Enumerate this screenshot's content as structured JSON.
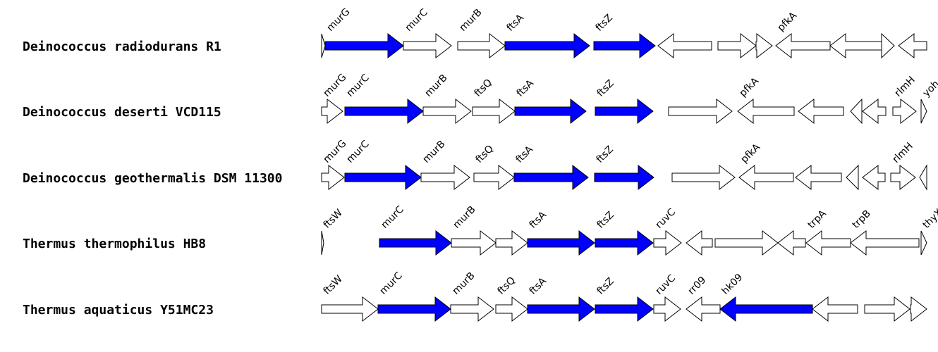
{
  "colors": {
    "highlight": "#0000ff",
    "plain": "#ffffff",
    "stroke": "#000000"
  },
  "tracks": [
    {
      "organism": "Deinococcus radiodurans R1",
      "genes": [
        {
          "start": 456,
          "end": 461,
          "dir": 1,
          "hl": false,
          "label": ""
        },
        {
          "start": 461,
          "end": 572,
          "dir": 1,
          "hl": true,
          "label": "murG"
        },
        {
          "start": 572,
          "end": 640,
          "dir": 1,
          "hl": false,
          "label": "murC"
        },
        {
          "start": 649,
          "end": 716,
          "dir": 1,
          "hl": false,
          "label": "murB"
        },
        {
          "start": 716,
          "end": 836,
          "dir": 1,
          "hl": true,
          "label": "ftsA"
        },
        {
          "start": 842,
          "end": 929,
          "dir": 1,
          "hl": true,
          "label": "ftsZ"
        },
        {
          "start": 933,
          "end": 1009,
          "dir": -1,
          "hl": false,
          "label": ""
        },
        {
          "start": 1018,
          "end": 1072,
          "dir": 1,
          "hl": false,
          "label": ""
        },
        {
          "start": 1072,
          "end": 1095,
          "dir": 1,
          "hl": false,
          "label": ""
        },
        {
          "start": 1100,
          "end": 1177,
          "dir": -1,
          "hl": false,
          "label": "pfkA"
        },
        {
          "start": 1177,
          "end": 1253,
          "dir": -1,
          "hl": false,
          "label": ""
        },
        {
          "start": 1250,
          "end": 1268,
          "dir": 1,
          "hl": false,
          "label": ""
        },
        {
          "start": 1274,
          "end": 1314,
          "dir": -1,
          "hl": false,
          "label": ""
        }
      ]
    },
    {
      "organism": "Deinococcus deserti VCD115",
      "genes": [
        {
          "start": 456,
          "end": 486,
          "dir": 1,
          "hl": false,
          "label": "murG"
        },
        {
          "start": 489,
          "end": 600,
          "dir": 1,
          "hl": true,
          "label": "murC"
        },
        {
          "start": 600,
          "end": 668,
          "dir": 1,
          "hl": false,
          "label": "murB"
        },
        {
          "start": 670,
          "end": 730,
          "dir": 1,
          "hl": false,
          "label": "ftsQ"
        },
        {
          "start": 730,
          "end": 831,
          "dir": 1,
          "hl": true,
          "label": "ftsA"
        },
        {
          "start": 844,
          "end": 926,
          "dir": 1,
          "hl": true,
          "label": "ftsZ"
        },
        {
          "start": 948,
          "end": 1038,
          "dir": 1,
          "hl": false,
          "label": ""
        },
        {
          "start": 1046,
          "end": 1126,
          "dir": -1,
          "hl": false,
          "label": "pfkA"
        },
        {
          "start": 1132,
          "end": 1196,
          "dir": -1,
          "hl": false,
          "label": ""
        },
        {
          "start": 1206,
          "end": 1222,
          "dir": -1,
          "hl": false,
          "label": ""
        },
        {
          "start": 1223,
          "end": 1256,
          "dir": -1,
          "hl": false,
          "label": ""
        },
        {
          "start": 1266,
          "end": 1299,
          "dir": 1,
          "hl": false,
          "label": "rlmH"
        },
        {
          "start": 1306,
          "end": 1314,
          "dir": 1,
          "hl": false,
          "label": "yoh"
        }
      ]
    },
    {
      "organism": "Deinococcus geothermalis DSM 11300",
      "genes": [
        {
          "start": 456,
          "end": 488,
          "dir": 1,
          "hl": false,
          "label": "murG"
        },
        {
          "start": 489,
          "end": 597,
          "dir": 1,
          "hl": true,
          "label": "murC"
        },
        {
          "start": 597,
          "end": 666,
          "dir": 1,
          "hl": false,
          "label": "murB"
        },
        {
          "start": 672,
          "end": 729,
          "dir": 1,
          "hl": false,
          "label": "ftsQ"
        },
        {
          "start": 729,
          "end": 834,
          "dir": 1,
          "hl": true,
          "label": "ftsA"
        },
        {
          "start": 843,
          "end": 927,
          "dir": 1,
          "hl": true,
          "label": "ftsZ"
        },
        {
          "start": 953,
          "end": 1042,
          "dir": 1,
          "hl": false,
          "label": ""
        },
        {
          "start": 1048,
          "end": 1125,
          "dir": -1,
          "hl": false,
          "label": "pfkA"
        },
        {
          "start": 1128,
          "end": 1193,
          "dir": -1,
          "hl": false,
          "label": ""
        },
        {
          "start": 1200,
          "end": 1217,
          "dir": -1,
          "hl": false,
          "label": ""
        },
        {
          "start": 1223,
          "end": 1255,
          "dir": -1,
          "hl": false,
          "label": ""
        },
        {
          "start": 1263,
          "end": 1298,
          "dir": 1,
          "hl": false,
          "label": "rlmH"
        },
        {
          "start": 1304,
          "end": 1314,
          "dir": -1,
          "hl": false,
          "label": ""
        }
      ]
    },
    {
      "organism": "Thermus thermophilus HB8",
      "genes": [
        {
          "start": 456,
          "end": 459,
          "dir": 1,
          "hl": false,
          "label": "ftsW"
        },
        {
          "start": 538,
          "end": 640,
          "dir": 1,
          "hl": true,
          "label": "murC"
        },
        {
          "start": 640,
          "end": 703,
          "dir": 1,
          "hl": false,
          "label": "murB"
        },
        {
          "start": 703,
          "end": 748,
          "dir": 1,
          "hl": false,
          "label": ""
        },
        {
          "start": 748,
          "end": 843,
          "dir": 1,
          "hl": true,
          "label": "ftsA"
        },
        {
          "start": 844,
          "end": 926,
          "dir": 1,
          "hl": true,
          "label": "ftsZ"
        },
        {
          "start": 927,
          "end": 966,
          "dir": 1,
          "hl": false,
          "label": "ruvC"
        },
        {
          "start": 973,
          "end": 1010,
          "dir": -1,
          "hl": false,
          "label": ""
        },
        {
          "start": 1014,
          "end": 1103,
          "dir": 1,
          "hl": false,
          "label": ""
        },
        {
          "start": 1103,
          "end": 1142,
          "dir": -1,
          "hl": false,
          "label": ""
        },
        {
          "start": 1143,
          "end": 1206,
          "dir": -1,
          "hl": false,
          "label": "trpA"
        },
        {
          "start": 1206,
          "end": 1303,
          "dir": -1,
          "hl": false,
          "label": "trpB"
        },
        {
          "start": 1306,
          "end": 1314,
          "dir": 1,
          "hl": false,
          "label": "thyX"
        }
      ]
    },
    {
      "organism": "Thermus aquaticus Y51MC23",
      "genes": [
        {
          "start": 456,
          "end": 536,
          "dir": 1,
          "hl": false,
          "label": "ftsW"
        },
        {
          "start": 536,
          "end": 639,
          "dir": 1,
          "hl": true,
          "label": "murC"
        },
        {
          "start": 639,
          "end": 700,
          "dir": 1,
          "hl": false,
          "label": "murB"
        },
        {
          "start": 703,
          "end": 748,
          "dir": 1,
          "hl": false,
          "label": "ftsQ"
        },
        {
          "start": 748,
          "end": 843,
          "dir": 1,
          "hl": true,
          "label": "ftsA"
        },
        {
          "start": 844,
          "end": 926,
          "dir": 1,
          "hl": true,
          "label": "ftsZ"
        },
        {
          "start": 927,
          "end": 965,
          "dir": 1,
          "hl": false,
          "label": "ruvC"
        },
        {
          "start": 973,
          "end": 1021,
          "dir": -1,
          "hl": false,
          "label": "rr09"
        },
        {
          "start": 1021,
          "end": 1152,
          "dir": -1,
          "hl": true,
          "label": "hk09"
        },
        {
          "start": 1152,
          "end": 1216,
          "dir": -1,
          "hl": false,
          "label": ""
        },
        {
          "start": 1226,
          "end": 1290,
          "dir": 1,
          "hl": false,
          "label": ""
        },
        {
          "start": 1291,
          "end": 1314,
          "dir": 1,
          "hl": false,
          "label": ""
        }
      ]
    }
  ]
}
